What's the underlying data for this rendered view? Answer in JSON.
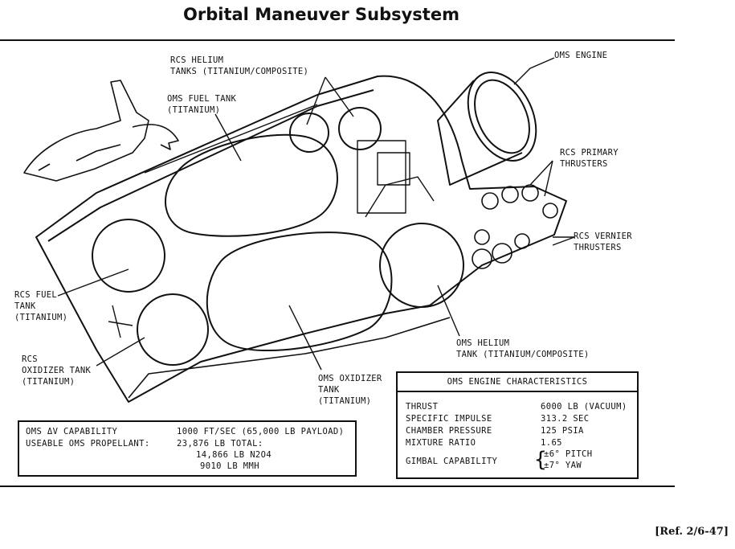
{
  "title": "Orbital Maneuver Subsystem",
  "labels": {
    "rcs_helium": [
      "RCS HELIUM",
      "TANKS (TITANIUM/COMPOSITE)"
    ],
    "oms_fuel": [
      "OMS FUEL TANK",
      "(TITANIUM)"
    ],
    "oms_engine": "OMS ENGINE",
    "rcs_primary": [
      "RCS PRIMARY",
      "THRUSTERS"
    ],
    "rcs_vernier": [
      "RCS VERNIER",
      "THRUSTERS"
    ],
    "rcs_fuel": [
      "RCS FUEL",
      "TANK",
      "(TITANIUM)"
    ],
    "rcs_oxidizer": [
      "RCS",
      "OXIDIZER TANK",
      "(TITANIUM)"
    ],
    "oms_oxidizer": [
      "OMS OXIDIZER",
      "TANK",
      "(TITANIUM)"
    ],
    "oms_helium": [
      "OMS HELIUM",
      "TANK (TITANIUM/COMPOSITE)"
    ]
  },
  "capability": {
    "dv_label": "OMS ΔV CAPABILITY",
    "dv_value": "1000 FT/SEC (65,000 LB PAYLOAD)",
    "prop_label": "USEABLE OMS PROPELLANT:",
    "prop_total": "23,876 LB TOTAL:",
    "prop_n2o4": "14,866 LB N2O4",
    "prop_mmh": "9010 LB MMH"
  },
  "engine": {
    "header": "OMS ENGINE CHARACTERISTICS",
    "rows": [
      {
        "label": "THRUST",
        "value": "6000 LB (VACUUM)"
      },
      {
        "label": "SPECIFIC IMPULSE",
        "value": "313.2 SEC"
      },
      {
        "label": "CHAMBER PRESSURE",
        "value": "125 PSIA"
      },
      {
        "label": "MIXTURE RATIO",
        "value": "1.65"
      }
    ],
    "gimbal_label": "GIMBAL CAPABILITY",
    "gimbal_pitch": "±6° PITCH",
    "gimbal_yaw": "±7° YAW"
  },
  "reference": "[Ref. 2/6-47]"
}
